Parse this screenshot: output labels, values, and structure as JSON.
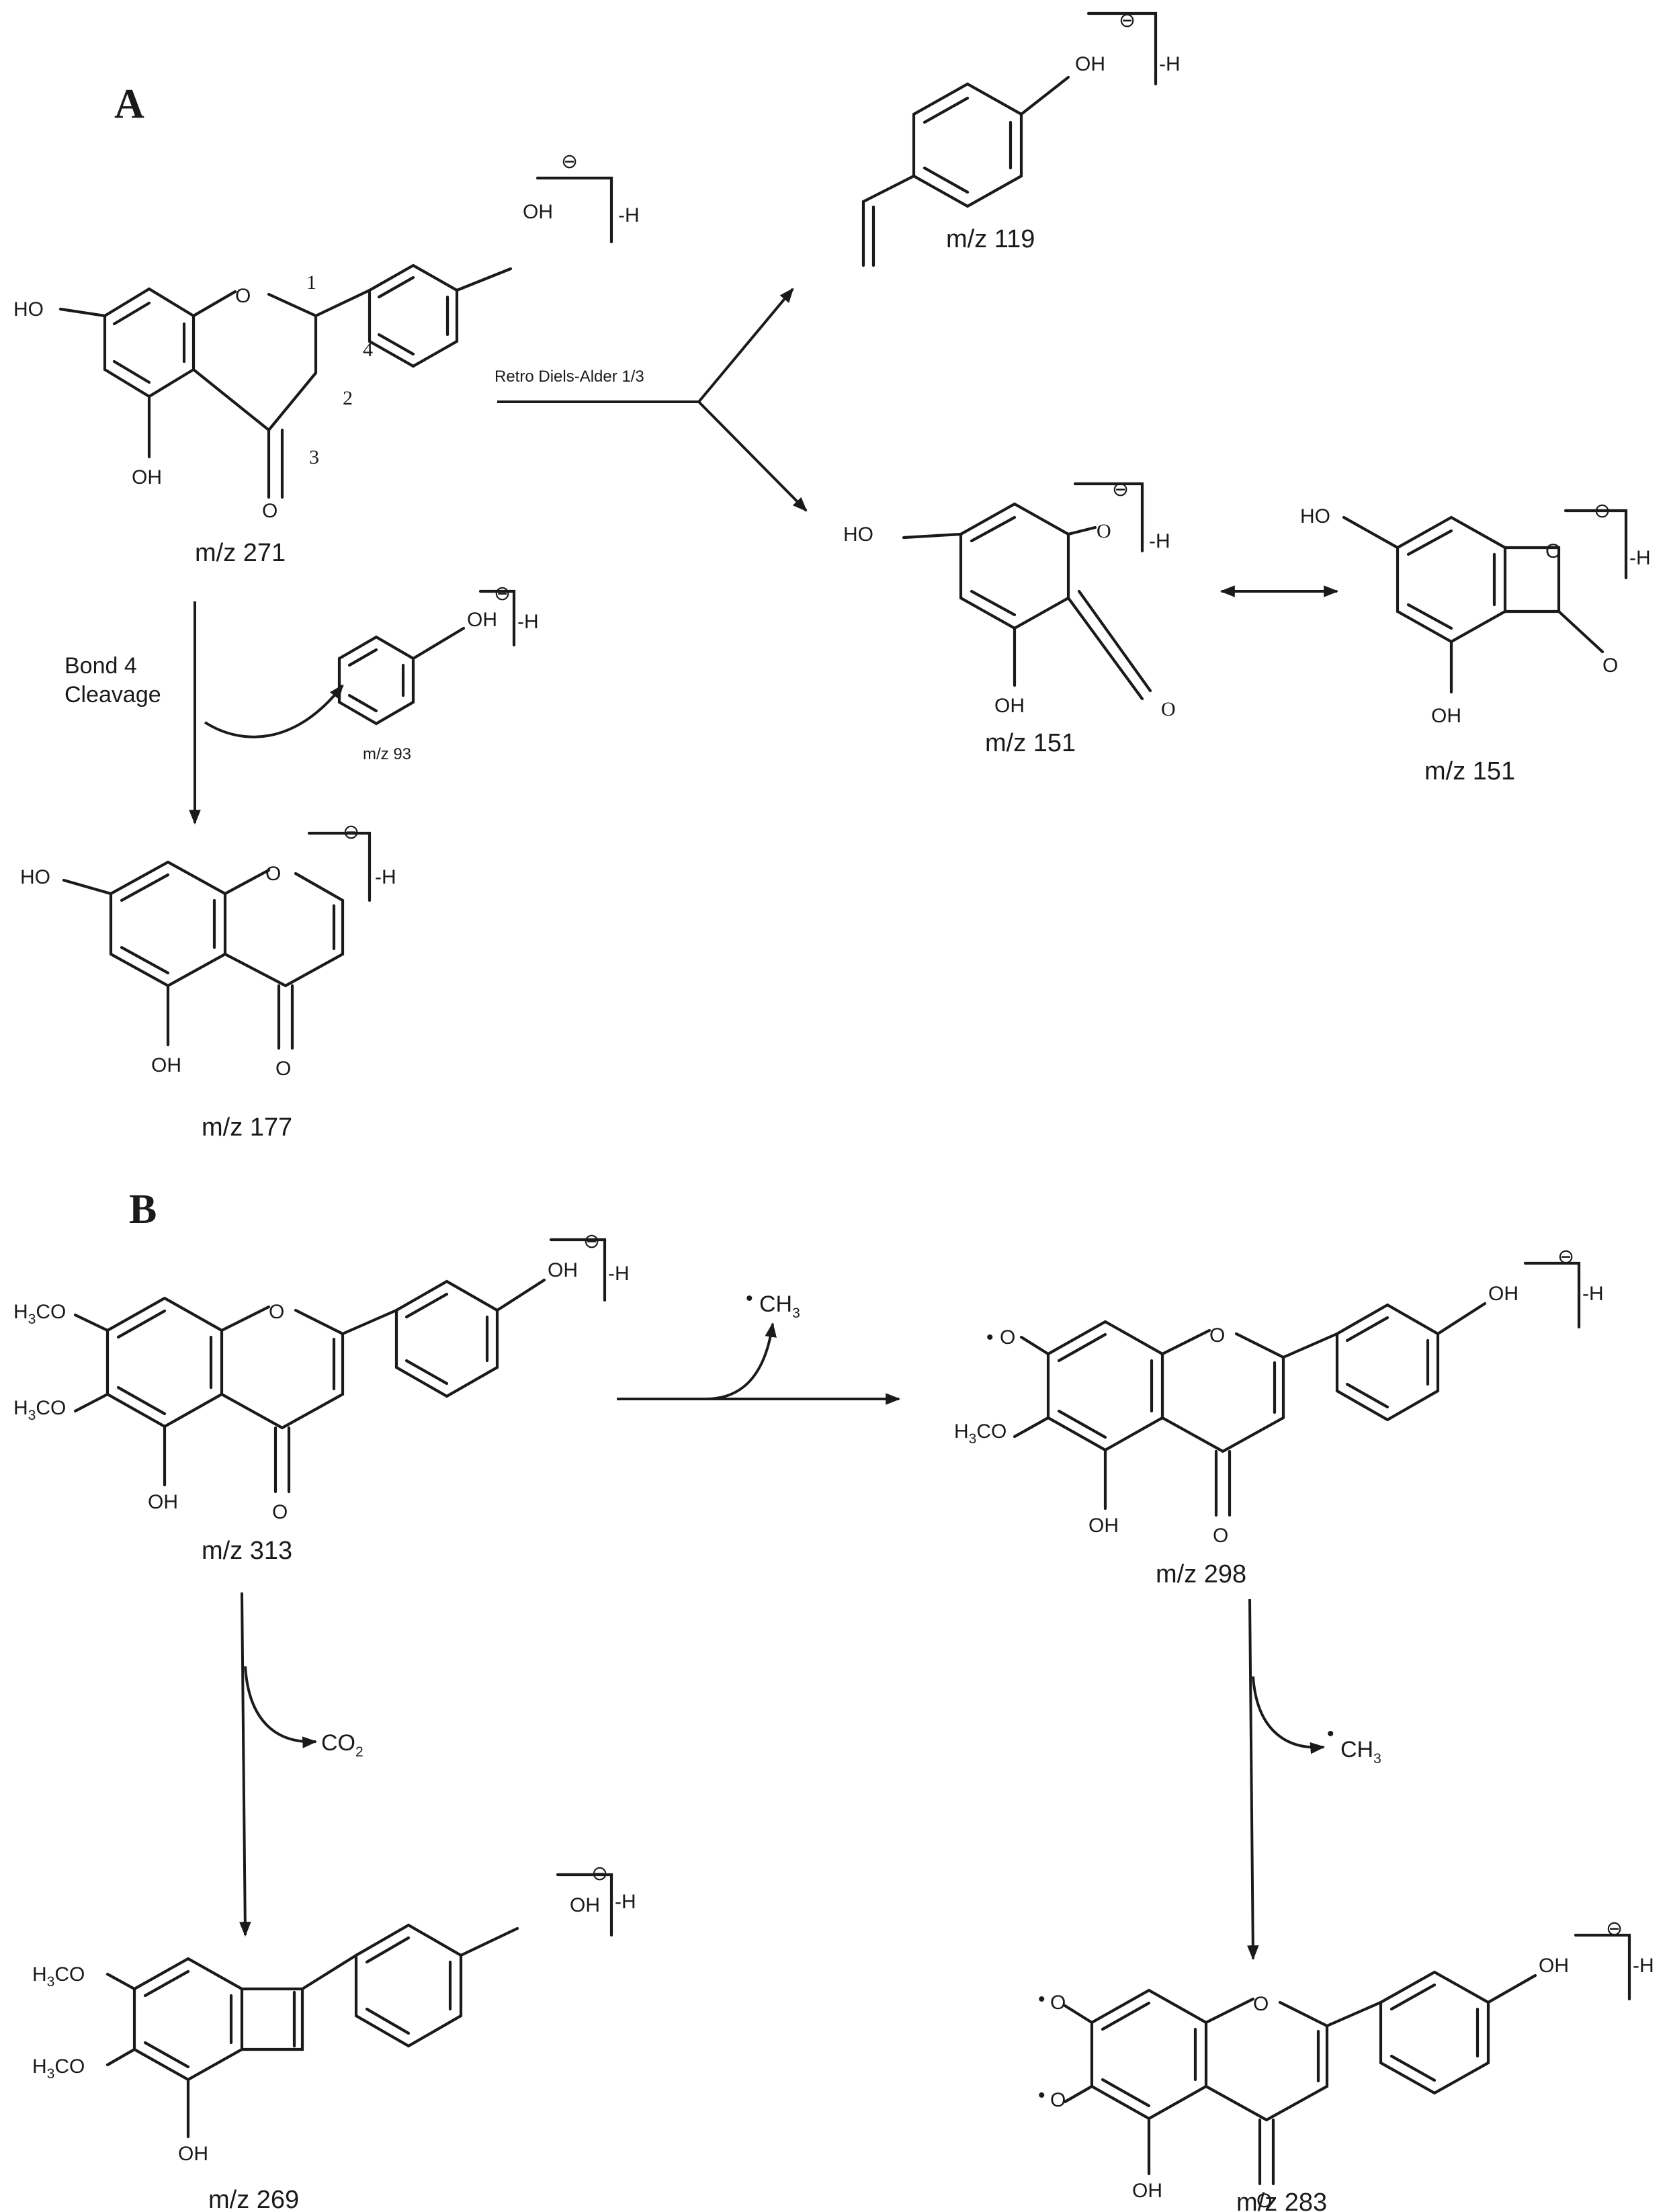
{
  "panels": {
    "a": "A",
    "b": "B"
  },
  "labels": {
    "m271": "m/z 271",
    "m119": "m/z 119",
    "m151a": "m/z 151",
    "m151b": "m/z 151",
    "m93": "m/z  93",
    "m177": "m/z 177",
    "m313": "m/z 313",
    "m298": "m/z 298",
    "m269": "m/z 269",
    "m283": "m/z 283"
  },
  "steps": {
    "rda": "Retro Diels-Alder  1/3",
    "bond4_line1": "Bond 4",
    "bond4_line2": "Cleavage",
    "co2": "CO",
    "co2_sub": "2",
    "ch3": "CH",
    "ch3_sub": "3"
  },
  "atoms": {
    "oh": "OH",
    "ho": "HO",
    "o": "O",
    "minus_h": "-H",
    "charge": "⊖",
    "h3co": "H",
    "h3co_sub": "3",
    "h3co_tail": "CO",
    "radical_dot": "•"
  },
  "ring_numbers": [
    "1",
    "2",
    "3",
    "4"
  ]
}
